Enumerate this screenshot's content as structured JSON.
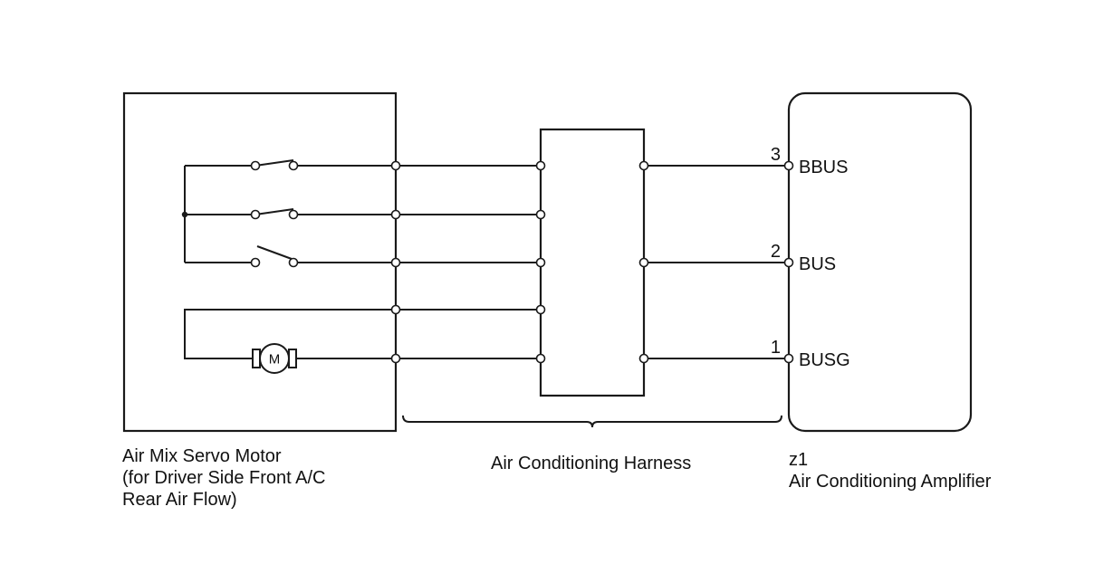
{
  "components": {
    "servo_motor": {
      "name_lines": [
        "Air Mix Servo Motor",
        "(for Driver Side Front A/C",
        "Rear Air Flow)"
      ],
      "motor_symbol": "M"
    },
    "harness": {
      "name": "Air Conditioning Harness"
    },
    "amplifier": {
      "connector": "z1",
      "name": "Air Conditioning Amplifier",
      "pins": [
        {
          "number": "3",
          "signal": "BBUS"
        },
        {
          "number": "2",
          "signal": "BUS"
        },
        {
          "number": "1",
          "signal": "BUSG"
        }
      ]
    }
  },
  "colors": {
    "line": "#1a1a1a",
    "background": "#ffffff"
  }
}
